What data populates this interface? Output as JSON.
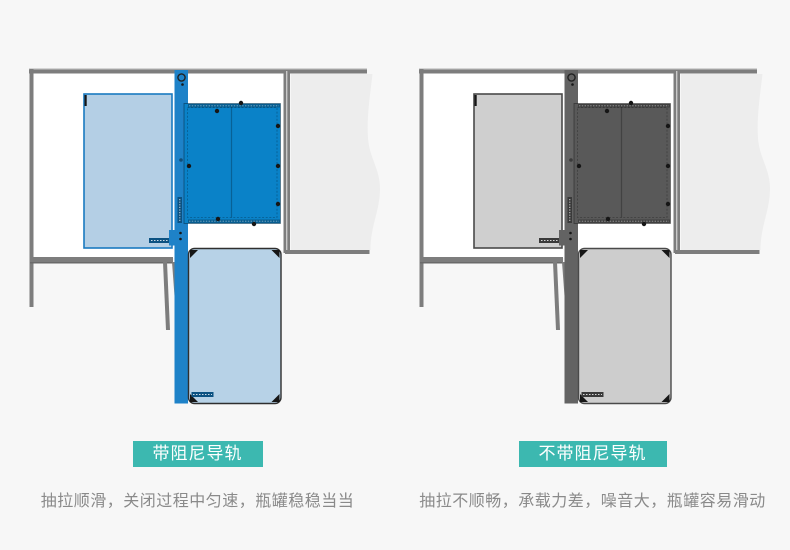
{
  "comparison": {
    "panels": [
      {
        "id": "with-damper",
        "label": "带阻尼导轨",
        "caption": "抽拉顺滑，关闭过程中匀速，瓶罐稳稳当当",
        "palette": {
          "rail": "#1e82c8",
          "basket": "#0a82c8",
          "door": "#b4cfe5",
          "door_border": "#1a7ac0",
          "drawer": "#b7d2e7",
          "drawer_border": "#2f2f2f",
          "detail": "#0c5282"
        }
      },
      {
        "id": "without-damper",
        "label": "不带阻尼导轨",
        "caption": "抽拉不顺畅，承载力差，噪音大，瓶罐容易滑动",
        "palette": {
          "rail": "#636363",
          "basket": "#595959",
          "door": "#cfcfcf",
          "door_border": "#4a4a4a",
          "drawer": "#cdcdcd",
          "drawer_border": "#4a4a4a",
          "detail": "#3a3a3a"
        }
      }
    ]
  },
  "theme": {
    "bg": "#f7f7f7",
    "wall": "#7d7d7d",
    "wall_highlight": "#c9c9c9",
    "interior": "#ffffff",
    "side_panel": "#ededed",
    "label_bg": "#3cb8b0",
    "label_text": "#ffffff",
    "caption_text": "#8a8a8a",
    "screw_dot": "#161616"
  }
}
